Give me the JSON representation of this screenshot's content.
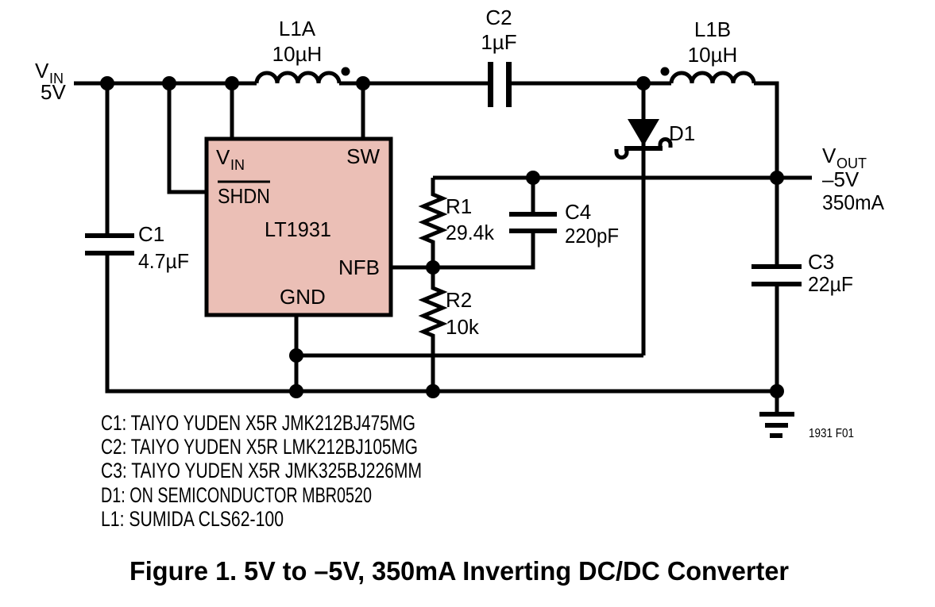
{
  "title_block": {
    "caption": "Figure 1. 5V to –5V, 350mA Inverting DC/DC Converter",
    "figure_code": "1931 F01"
  },
  "colors": {
    "ic_fill": "#ebbfb6",
    "line": "#000000"
  },
  "input": {
    "rail": "V",
    "rail_sub": "IN",
    "voltage": "5V"
  },
  "output": {
    "rail": "V",
    "rail_sub": "OUT",
    "voltage": "–5V",
    "current": "350mA"
  },
  "ic": {
    "part": "LT1931",
    "pin_vin": "V",
    "pin_vin_sub": "IN",
    "pin_shdn": "SHDN",
    "pin_sw": "SW",
    "pin_nfb": "NFB",
    "pin_gnd": "GND"
  },
  "components": {
    "l1a": {
      "ref": "L1A",
      "value": "10µH"
    },
    "l1b": {
      "ref": "L1B",
      "value": "10µH"
    },
    "c1": {
      "ref": "C1",
      "value": "4.7µF"
    },
    "c2": {
      "ref": "C2",
      "value": "1µF"
    },
    "c3": {
      "ref": "C3",
      "value": "22µF"
    },
    "c4": {
      "ref": "C4",
      "value": "220pF"
    },
    "r1": {
      "ref": "R1",
      "value": "29.4k"
    },
    "r2": {
      "ref": "R2",
      "value": "10k"
    },
    "d1": {
      "ref": "D1"
    }
  },
  "bom": [
    "C1: TAIYO YUDEN X5R JMK212BJ475MG",
    "C2: TAIYO YUDEN X5R LMK212BJ105MG",
    "C3: TAIYO YUDEN X5R JMK325BJ226MM",
    "D1: ON SEMICONDUCTOR MBR0520",
    "L1: SUMIDA CLS62-100"
  ]
}
